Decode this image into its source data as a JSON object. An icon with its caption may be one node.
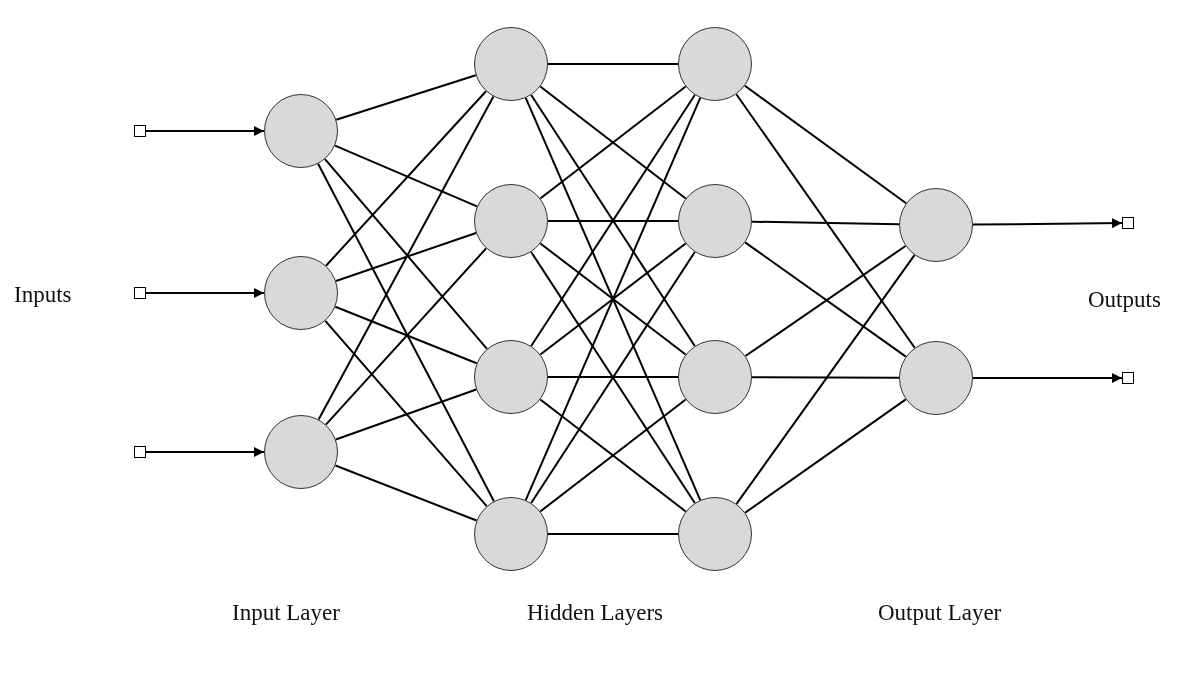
{
  "diagram": {
    "nodes": [
      {
        "text": [],
        "shape": "box"
      },
      {
        "text": [],
        "shape": "box"
      },
      {
        "text": [],
        "shape": "box"
      },
      {
        "text": [],
        "shape": "circle"
      },
      {
        "text": [],
        "shape": "circle"
      },
      {
        "text": [],
        "shape": "circle"
      },
      {
        "text": [],
        "shape": "circle"
      },
      {
        "text": [],
        "shape": "circle"
      },
      {
        "text": [],
        "shape": "circle"
      },
      {
        "text": [],
        "shape": "circle"
      },
      {
        "text": [],
        "shape": "circle"
      },
      {
        "text": [],
        "shape": "circle"
      },
      {
        "text": [],
        "shape": "circle"
      },
      {
        "text": [],
        "shape": "circle"
      },
      {
        "text": [],
        "shape": "circle"
      },
      {
        "text": [],
        "shape": "circle"
      },
      {
        "text": [],
        "shape": "box"
      },
      {
        "text": [],
        "shape": "box"
      }
    ],
    "edges": [
      {
        "from": 0,
        "to": 3,
        "arrow": "to"
      },
      {
        "from": 1,
        "to": 4,
        "arrow": "to"
      },
      {
        "from": 2,
        "to": 5,
        "arrow": "to"
      },
      {
        "from": 3,
        "to": 6,
        "arrow": "none"
      },
      {
        "from": 3,
        "to": 7,
        "arrow": "none"
      },
      {
        "from": 3,
        "to": 8,
        "arrow": "none"
      },
      {
        "from": 3,
        "to": 9,
        "arrow": "none"
      },
      {
        "from": 4,
        "to": 6,
        "arrow": "none"
      },
      {
        "from": 4,
        "to": 7,
        "arrow": "none"
      },
      {
        "from": 4,
        "to": 8,
        "arrow": "none"
      },
      {
        "from": 4,
        "to": 9,
        "arrow": "none"
      },
      {
        "from": 5,
        "to": 6,
        "arrow": "none"
      },
      {
        "from": 5,
        "to": 7,
        "arrow": "none"
      },
      {
        "from": 5,
        "to": 8,
        "arrow": "none"
      },
      {
        "from": 5,
        "to": 9,
        "arrow": "none"
      },
      {
        "from": 6,
        "to": 10,
        "arrow": "none"
      },
      {
        "from": 6,
        "to": 11,
        "arrow": "none"
      },
      {
        "from": 6,
        "to": 12,
        "arrow": "none"
      },
      {
        "from": 6,
        "to": 13,
        "arrow": "none"
      },
      {
        "from": 7,
        "to": 10,
        "arrow": "none"
      },
      {
        "from": 7,
        "to": 11,
        "arrow": "none"
      },
      {
        "from": 7,
        "to": 12,
        "arrow": "none"
      },
      {
        "from": 7,
        "to": 13,
        "arrow": "none"
      },
      {
        "from": 8,
        "to": 10,
        "arrow": "none"
      },
      {
        "from": 8,
        "to": 11,
        "arrow": "none"
      },
      {
        "from": 8,
        "to": 12,
        "arrow": "none"
      },
      {
        "from": 8,
        "to": 13,
        "arrow": "none"
      },
      {
        "from": 9,
        "to": 10,
        "arrow": "none"
      },
      {
        "from": 9,
        "to": 11,
        "arrow": "none"
      },
      {
        "from": 9,
        "to": 12,
        "arrow": "none"
      },
      {
        "from": 9,
        "to": 13,
        "arrow": "none"
      },
      {
        "from": 10,
        "to": 14,
        "arrow": "none"
      },
      {
        "from": 10,
        "to": 15,
        "arrow": "none"
      },
      {
        "from": 11,
        "to": 14,
        "arrow": "none"
      },
      {
        "from": 11,
        "to": 15,
        "arrow": "none"
      },
      {
        "from": 12,
        "to": 14,
        "arrow": "none"
      },
      {
        "from": 12,
        "to": 15,
        "arrow": "none"
      },
      {
        "from": 13,
        "to": 14,
        "arrow": "none"
      },
      {
        "from": 13,
        "to": 15,
        "arrow": "none"
      },
      {
        "from": 14,
        "to": 16,
        "arrow": "to"
      },
      {
        "from": 15,
        "to": 17,
        "arrow": "to"
      }
    ],
    "labels": [
      "Inputs",
      "Outputs",
      "Input Layer",
      "Hidden Layers",
      "Output Layer"
    ]
  }
}
